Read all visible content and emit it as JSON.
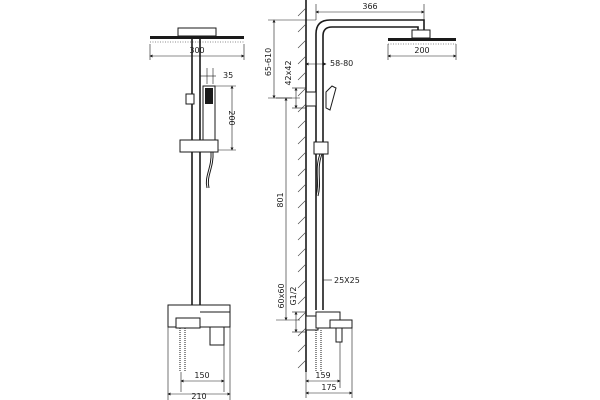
{
  "front_view": {
    "dims": {
      "head_width": "300",
      "handset_offset": "35",
      "handset_height": "200",
      "spout_width": "150",
      "base_width": "210"
    }
  },
  "side_view": {
    "dims": {
      "arm_length": "366",
      "head_width": "200",
      "height_range": "65-610",
      "arm_offset": "58-80",
      "bracket_section": "42x42",
      "total_height": "801",
      "pipe_section": "25X25",
      "connector_size": "60x60",
      "thread": "G1/2",
      "mixer_reach": "159",
      "spout_reach": "175"
    }
  }
}
